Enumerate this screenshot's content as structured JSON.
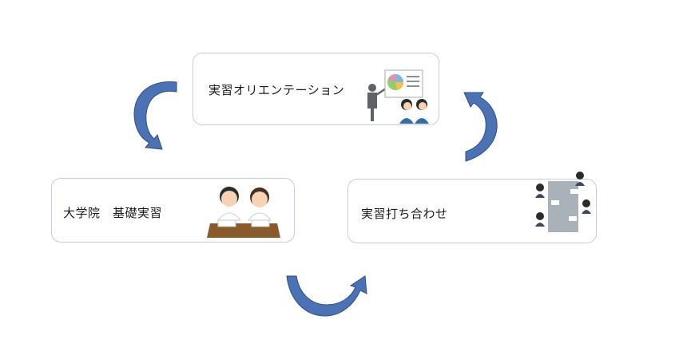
{
  "boxes": {
    "orientation": {
      "label": "実習オリエンテーション",
      "illustration": "presentation-illustration"
    },
    "basic": {
      "label": "大学院　基礎実習",
      "illustration": "students-studying-illustration"
    },
    "meeting": {
      "label": "実習打ち合わせ",
      "illustration": "meeting-table-illustration"
    }
  },
  "arrows": [
    "curved-arrow-icon",
    "curved-arrow-icon",
    "curved-arrow-icon"
  ],
  "colors": {
    "arrow": "#4a72b4",
    "arrow_dark": "#2f4f86",
    "box_border": "#c9cbdc"
  }
}
